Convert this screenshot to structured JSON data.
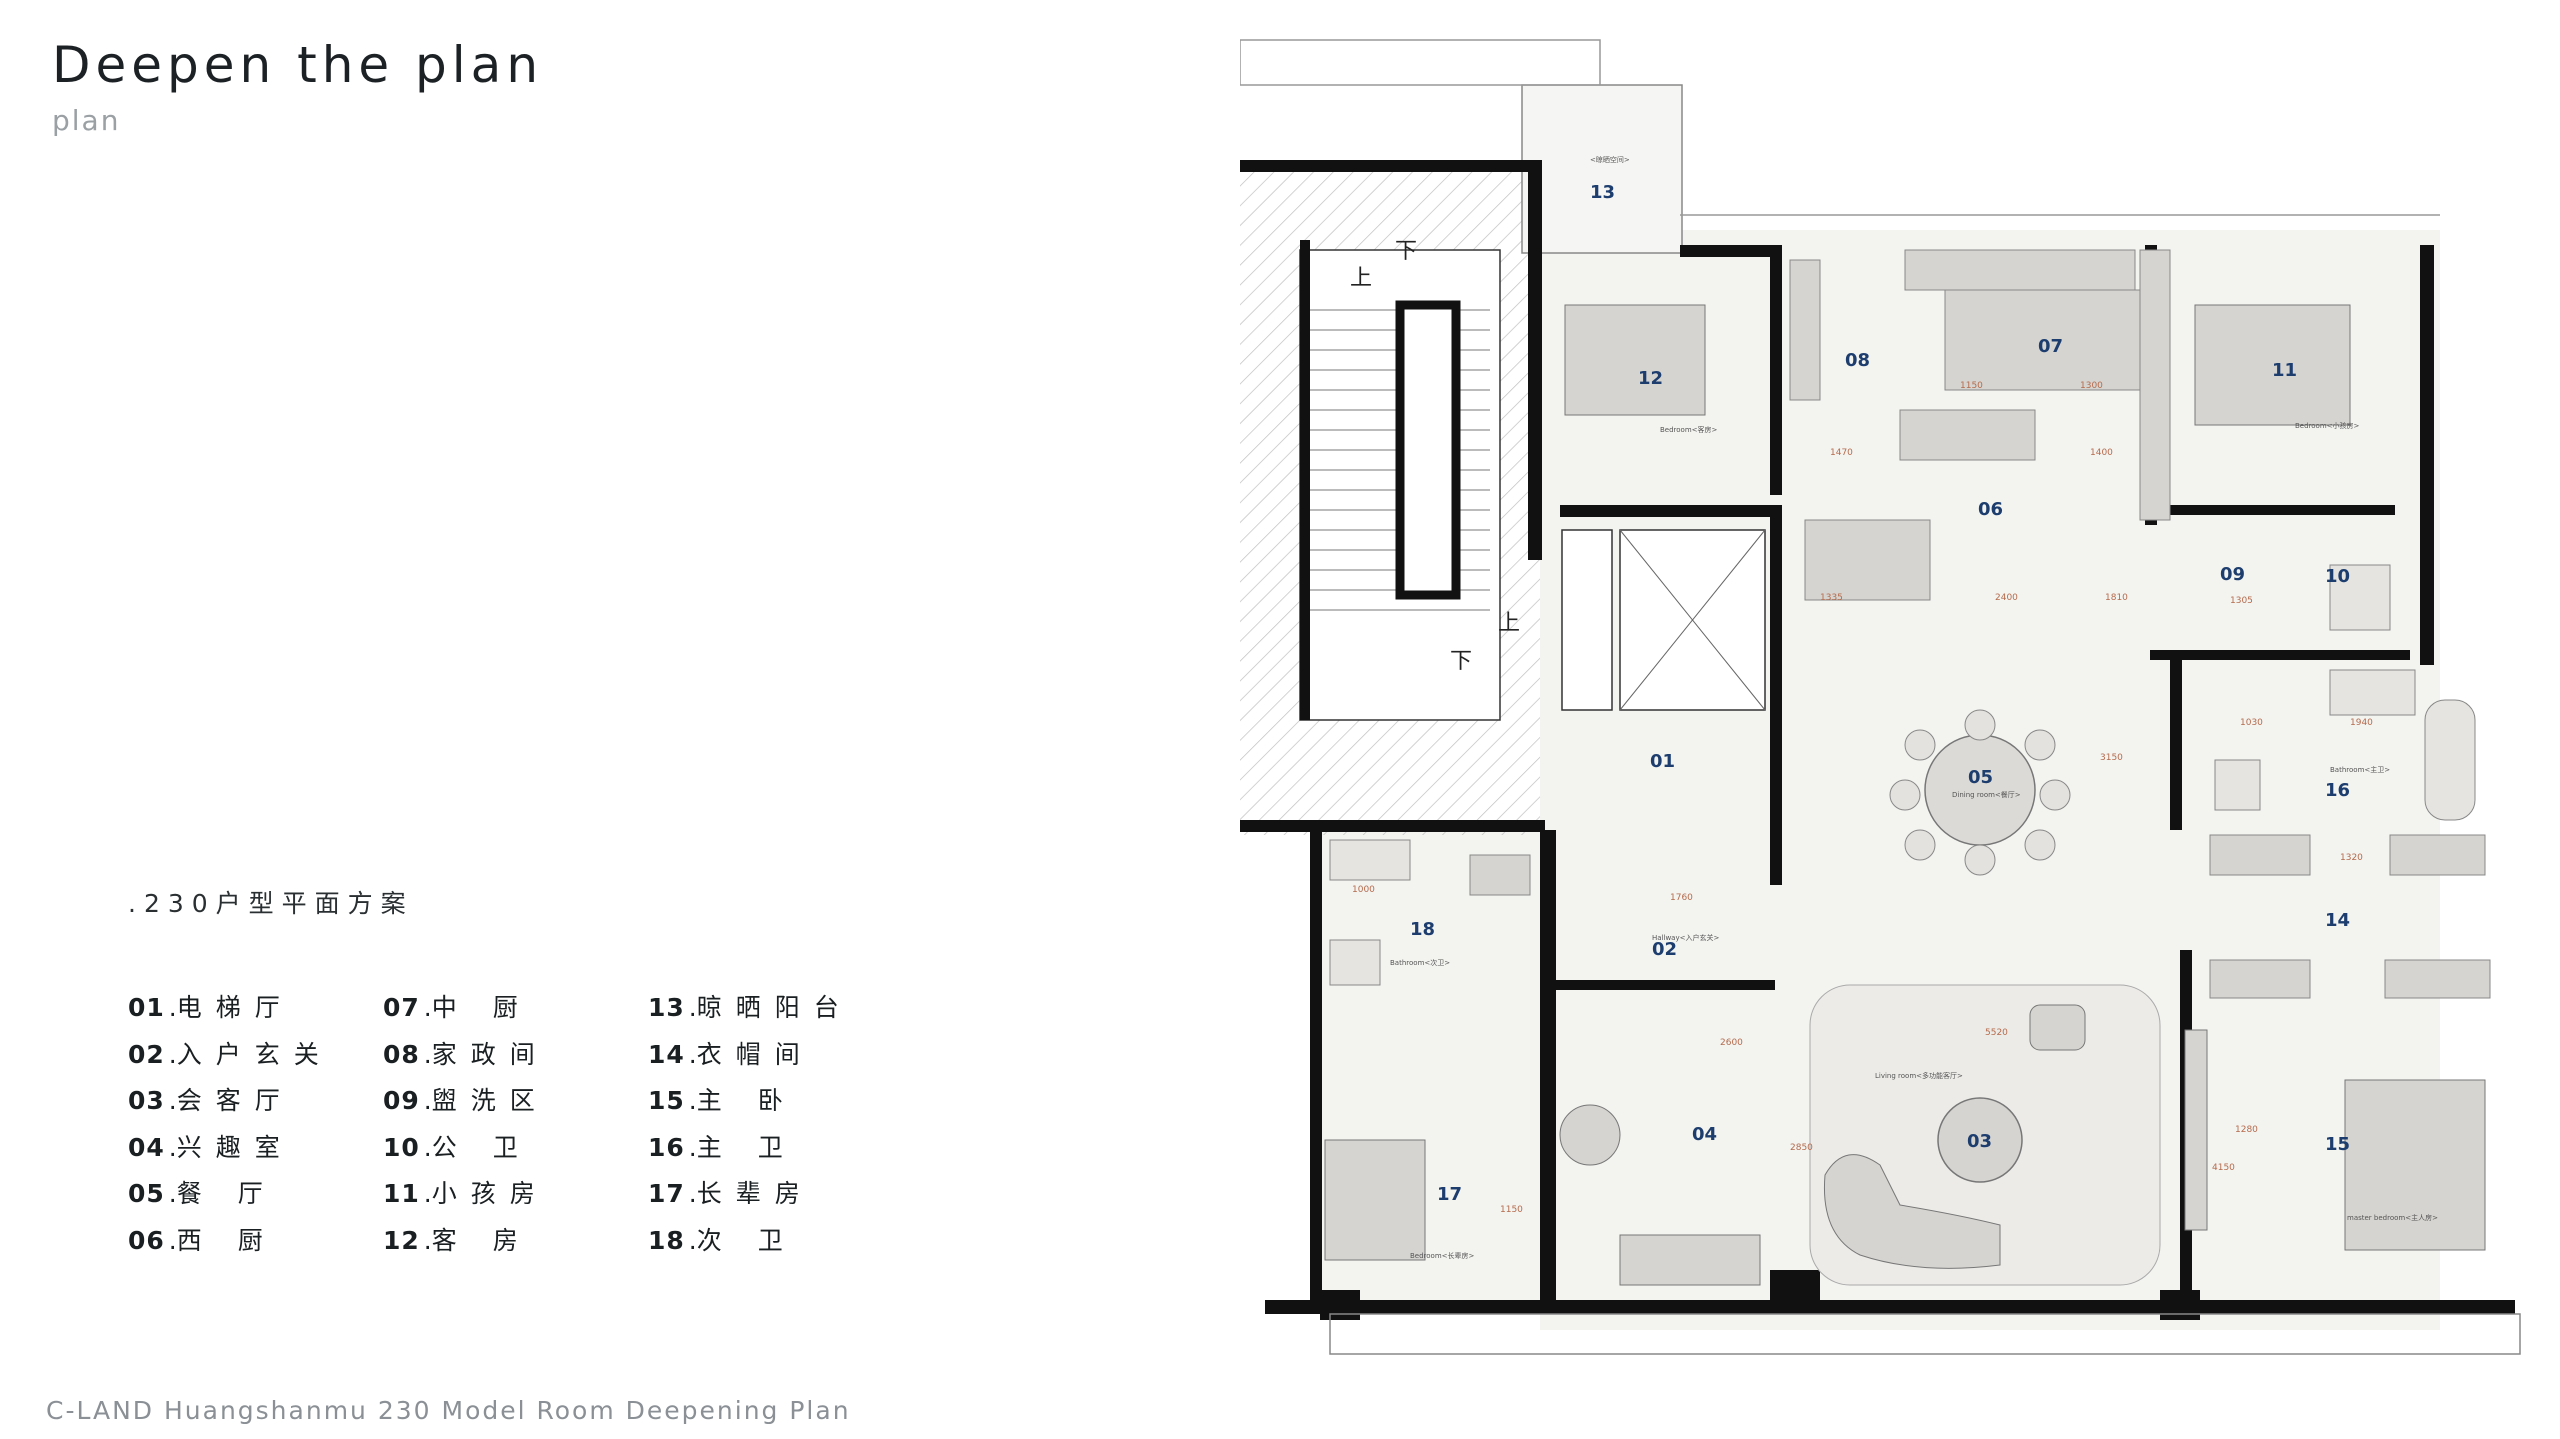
{
  "header": {
    "title": "Deepen the plan",
    "subtitle": "plan"
  },
  "scheme_title": ".230户型平面方案",
  "legend": [
    {
      "num": "01",
      "name": "电梯厅"
    },
    {
      "num": "02",
      "name": "入户玄关"
    },
    {
      "num": "03",
      "name": "会客厅"
    },
    {
      "num": "04",
      "name": "兴趣室"
    },
    {
      "num": "05",
      "name": "餐  厅"
    },
    {
      "num": "06",
      "name": "西  厨"
    },
    {
      "num": "07",
      "name": "中  厨"
    },
    {
      "num": "08",
      "name": "家政间"
    },
    {
      "num": "09",
      "name": "盥洗区"
    },
    {
      "num": "10",
      "name": "公  卫"
    },
    {
      "num": "11",
      "name": "小孩房"
    },
    {
      "num": "12",
      "name": "客  房"
    },
    {
      "num": "13",
      "name": "晾晒阳台"
    },
    {
      "num": "14",
      "name": "衣帽间"
    },
    {
      "num": "15",
      "name": "主  卧"
    },
    {
      "num": "16",
      "name": "主  卫"
    },
    {
      "num": "17",
      "name": "长辈房"
    },
    {
      "num": "18",
      "name": "次  卫"
    }
  ],
  "footer": "C-LAND Huangshanmu 230 Model Room Deepening Plan",
  "plan": {
    "rooms": {
      "r01": "01",
      "r02": "02",
      "r03": "03",
      "r04": "04",
      "r05": "05",
      "r06": "06",
      "r07": "07",
      "r08": "08",
      "r09": "09",
      "r10": "10",
      "r11": "11",
      "r12": "12",
      "r13": "13",
      "r14": "14",
      "r15": "15",
      "r16": "16",
      "r17": "17",
      "r18": "18"
    },
    "labels": {
      "l02": "Hallway<入户玄关>",
      "l03": "Living room<多功能客厅>",
      "l05": "Dining room<餐厅>",
      "l12": "Bedroom<客房>",
      "l11": "Bedroom<小孩房>",
      "l16": "Bathroom<主卫>",
      "l15": "master bedroom<主人房>",
      "l17": "Bedroom<长辈房>",
      "l18": "Bathroom<次卫>",
      "l13": "<晾晒空间>"
    },
    "stairs": {
      "up1": "上",
      "down1": "下",
      "up2": "上",
      "down2": "下"
    },
    "dims": {
      "d1": "1760",
      "d2": "2600",
      "d3": "5520",
      "d4": "1335",
      "d5": "2400",
      "d6": "1810",
      "d7": "1470",
      "d8": "1400",
      "d9": "1150",
      "d10": "1300",
      "d11": "1030",
      "d12": "1940",
      "d13": "1320",
      "d14": "1280",
      "d15": "4150",
      "d16": "1150",
      "d17": "1000",
      "d18": "1305",
      "d19": "3150",
      "d20": "2850"
    },
    "colors": {
      "wall": "#111111",
      "floor": "#f2f2ef",
      "furniture": "#d6d4d0",
      "dim": "#b56b4c",
      "room_num": "#1c3d6e"
    }
  }
}
